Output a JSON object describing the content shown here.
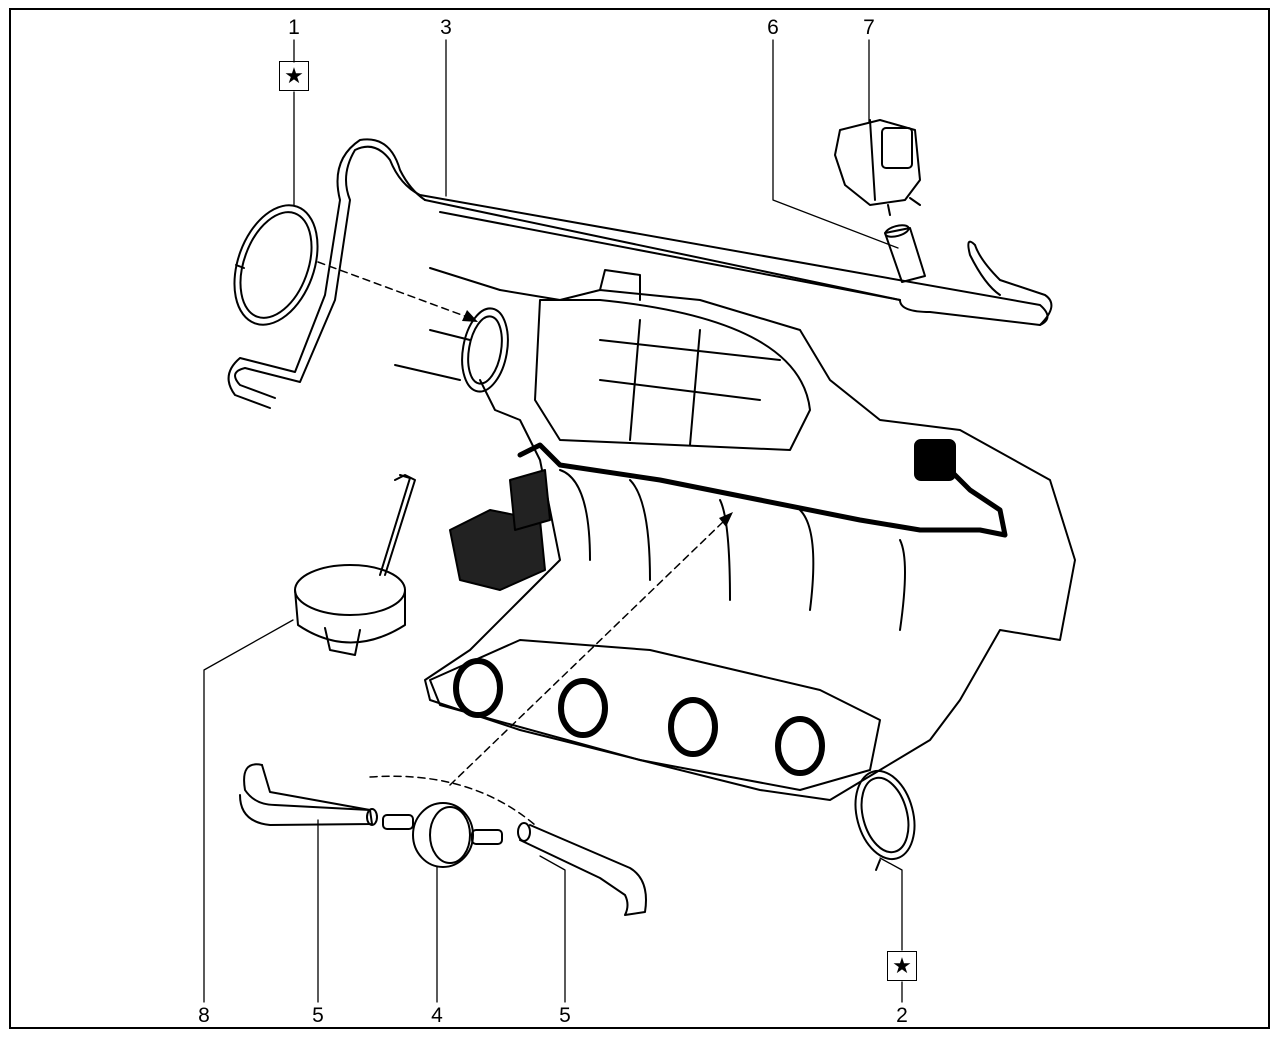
{
  "callouts": [
    {
      "id": "1",
      "label": "1",
      "starred": true
    },
    {
      "id": "2",
      "label": "2",
      "starred": true
    },
    {
      "id": "3",
      "label": "3",
      "starred": false
    },
    {
      "id": "4",
      "label": "4",
      "starred": false
    },
    {
      "id": "5a",
      "label": "5",
      "starred": false
    },
    {
      "id": "5b",
      "label": "5",
      "starred": false
    },
    {
      "id": "6",
      "label": "6",
      "starred": false
    },
    {
      "id": "7",
      "label": "7",
      "starred": false
    },
    {
      "id": "8",
      "label": "8",
      "starred": false
    }
  ],
  "star_symbol": "★",
  "colors": {
    "line": "#000000",
    "background": "#ffffff"
  }
}
